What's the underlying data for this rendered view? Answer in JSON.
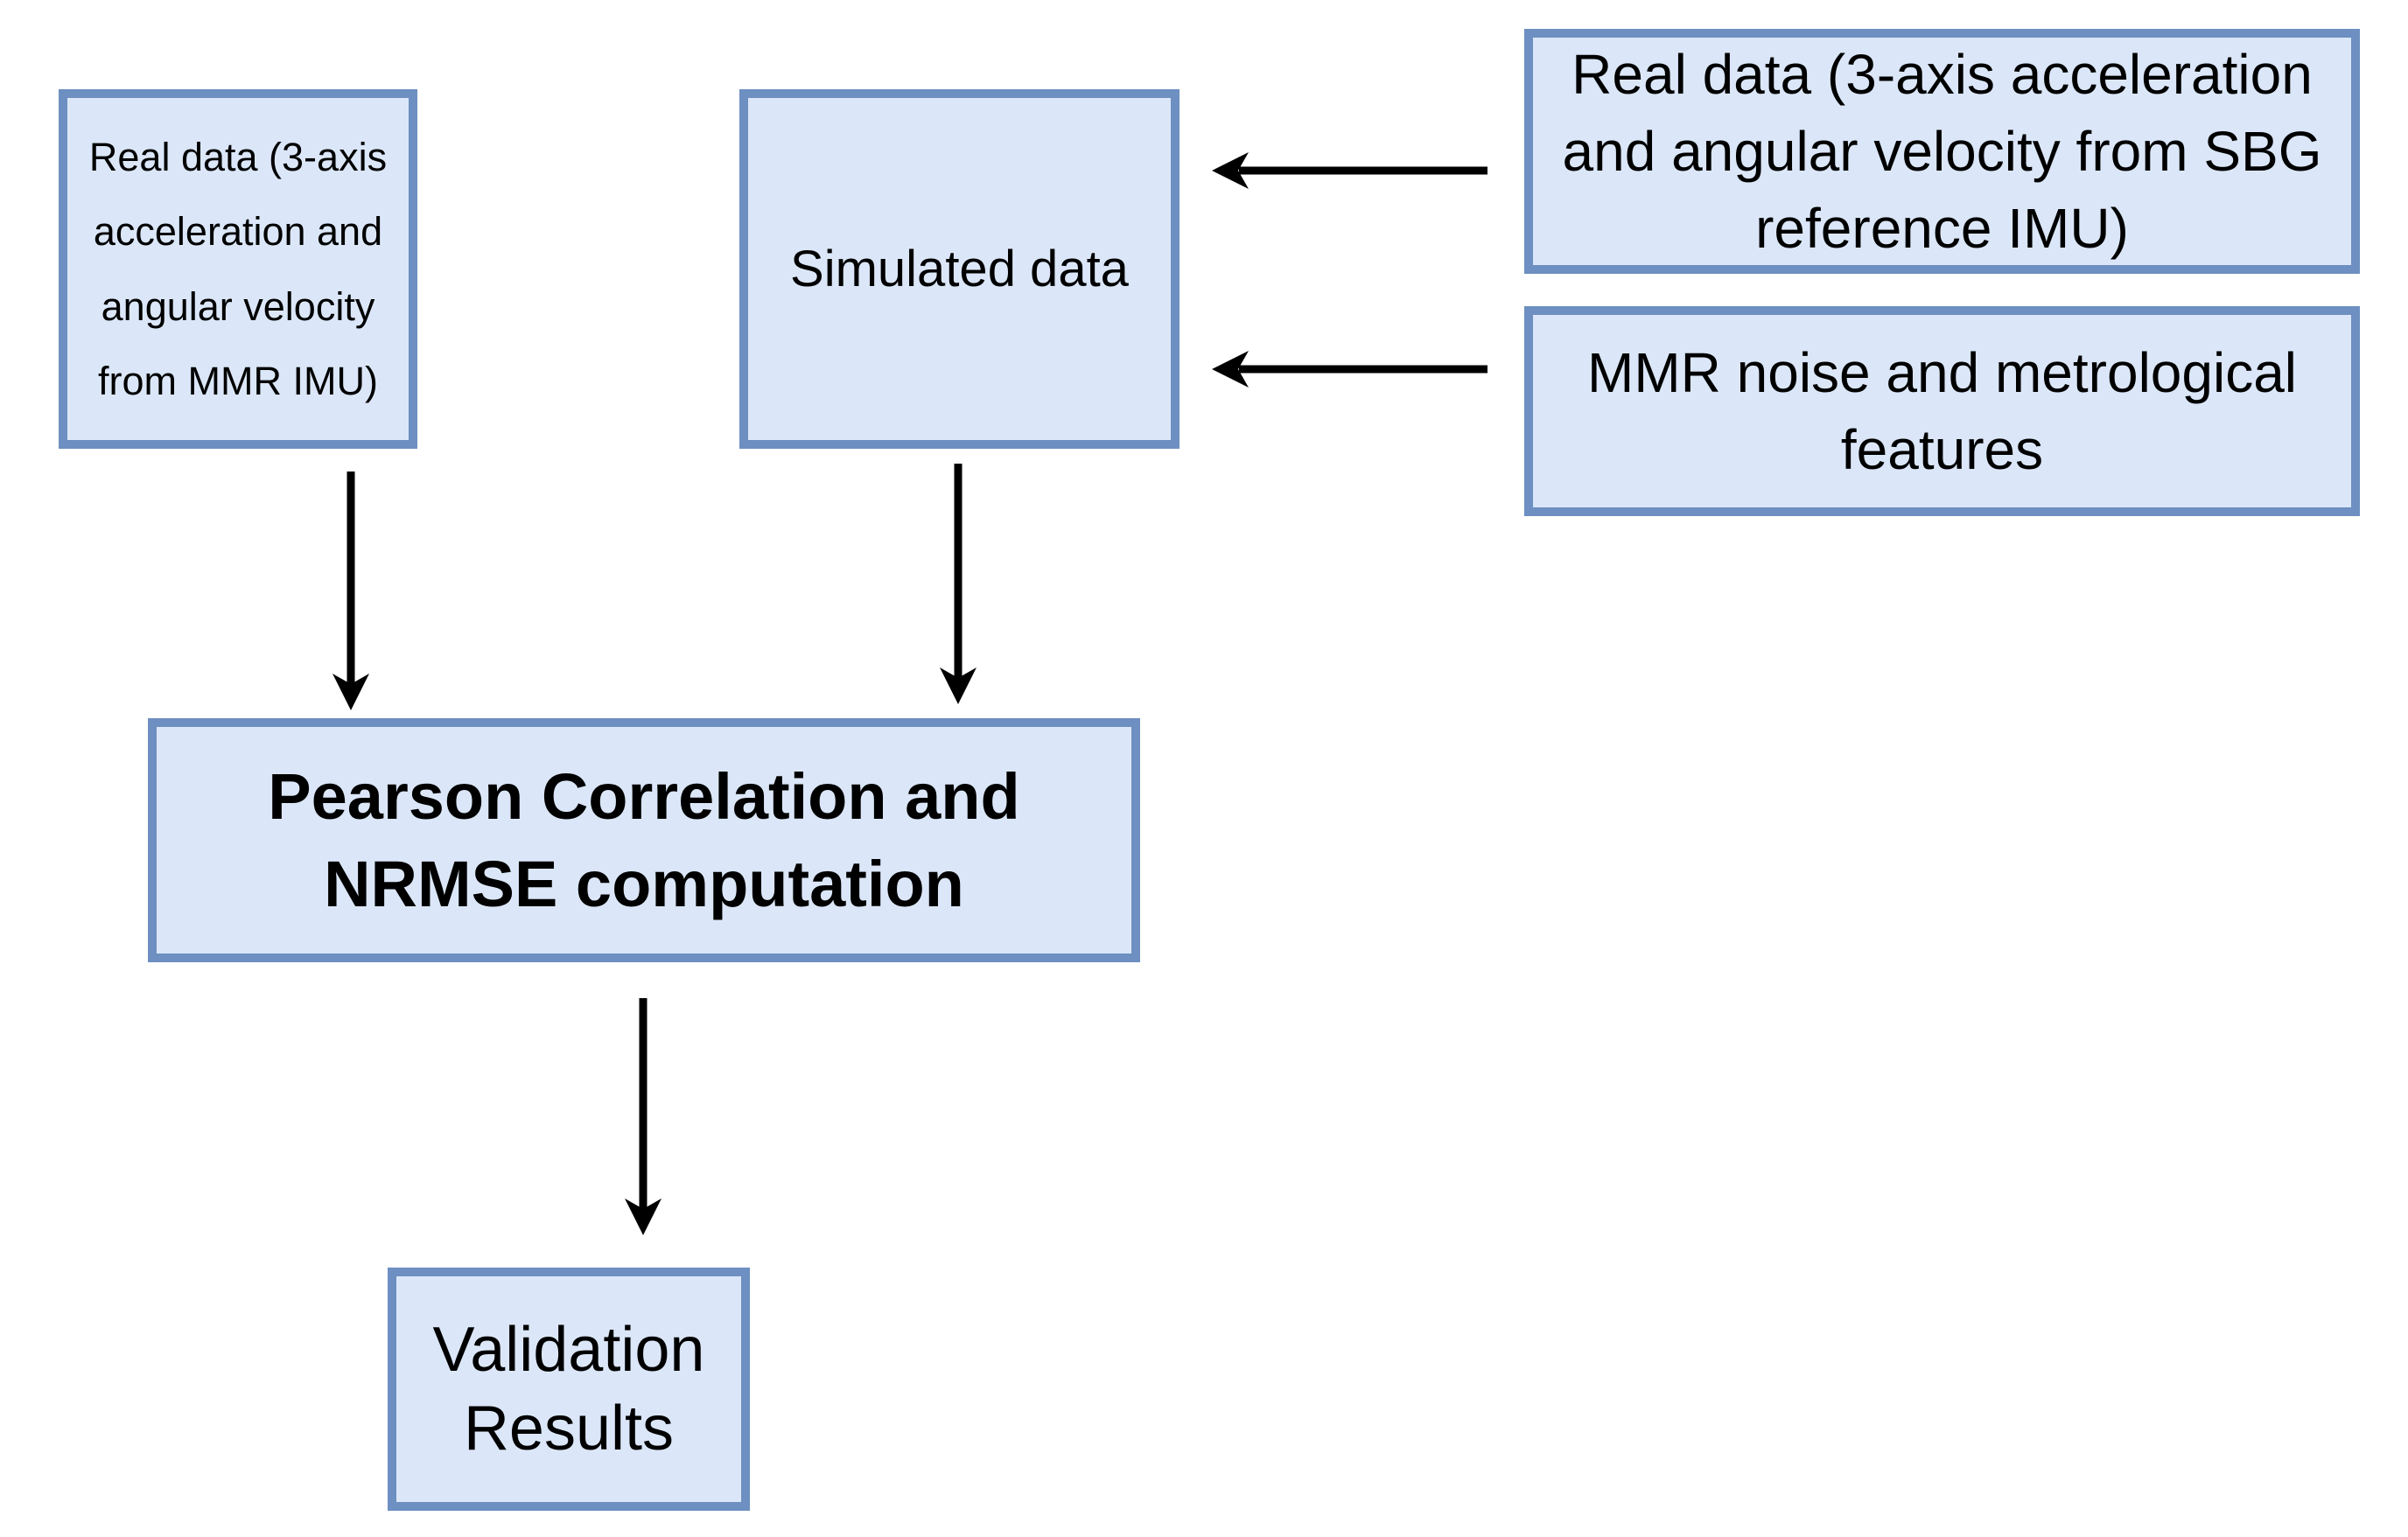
{
  "colors": {
    "box_fill": "#DBE7F8",
    "box_border": "#6D8FC1",
    "arrow": "#000000",
    "text": "#000000",
    "background": "#FFFFFF"
  },
  "nodes": {
    "mmr_real": {
      "label": "Real data (3-axis\nacceleration and\nangular velocity\nfrom MMR IMU)"
    },
    "simulated": {
      "label": "Simulated data"
    },
    "sbg_real": {
      "label": "Real data (3-axis acceleration\nand angular velocity from SBG\nreference IMU)"
    },
    "mmr_noise": {
      "label": "MMR noise and metrological\nfeatures"
    },
    "pearson": {
      "label": "Pearson Correlation and\nNRMSE computation"
    },
    "validation": {
      "label": "Validation\nResults"
    }
  },
  "edges": [
    {
      "from": "sbg_real",
      "to": "simulated",
      "direction": "left"
    },
    {
      "from": "mmr_noise",
      "to": "simulated",
      "direction": "left"
    },
    {
      "from": "mmr_real",
      "to": "pearson",
      "direction": "down"
    },
    {
      "from": "simulated",
      "to": "pearson",
      "direction": "down"
    },
    {
      "from": "pearson",
      "to": "validation",
      "direction": "down"
    }
  ]
}
